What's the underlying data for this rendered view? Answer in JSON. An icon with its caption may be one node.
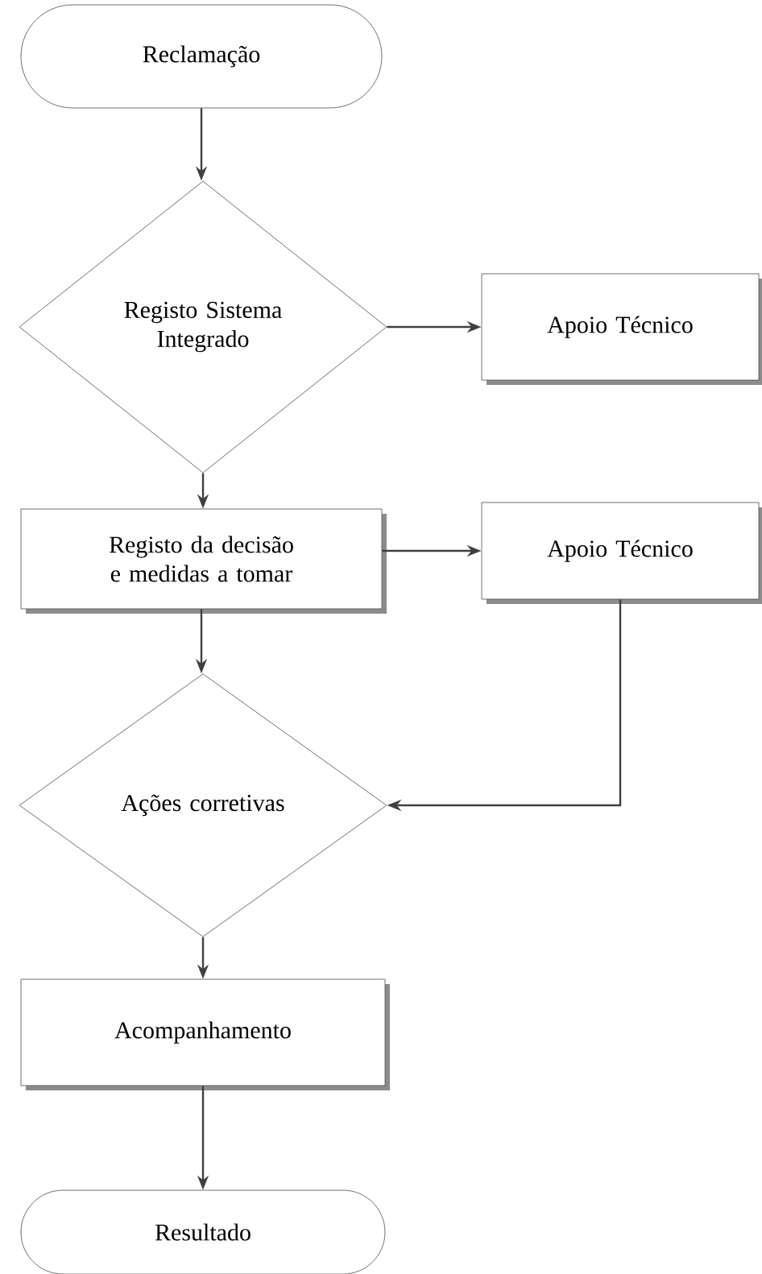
{
  "diagram": {
    "nodes": [
      {
        "text": [
          "Reclamação"
        ]
      },
      {
        "text": [
          "Registo Sistema Integrado"
        ]
      },
      {
        "text": [
          "Apoio Técnico"
        ]
      },
      {
        "text": [
          "Registo da decisão e medidas a tomar"
        ]
      },
      {
        "text": [
          "Apoio Técnico"
        ]
      },
      {
        "text": [
          "Ações corretivas"
        ]
      },
      {
        "text": [
          "Acompanhamento"
        ]
      },
      {
        "text": [
          "Resultado"
        ]
      }
    ],
    "edges": [
      {
        "from": 0,
        "to": 1,
        "arrow": "to"
      },
      {
        "from": 1,
        "to": 2,
        "arrow": "to"
      },
      {
        "from": 1,
        "to": 3,
        "arrow": "to"
      },
      {
        "from": 3,
        "to": 4,
        "arrow": "to"
      },
      {
        "from": 3,
        "to": 5,
        "arrow": "to"
      },
      {
        "from": 4,
        "to": 5,
        "arrow": "to"
      },
      {
        "from": 5,
        "to": 6,
        "arrow": "to"
      },
      {
        "from": 6,
        "to": 7,
        "arrow": "to"
      }
    ]
  }
}
